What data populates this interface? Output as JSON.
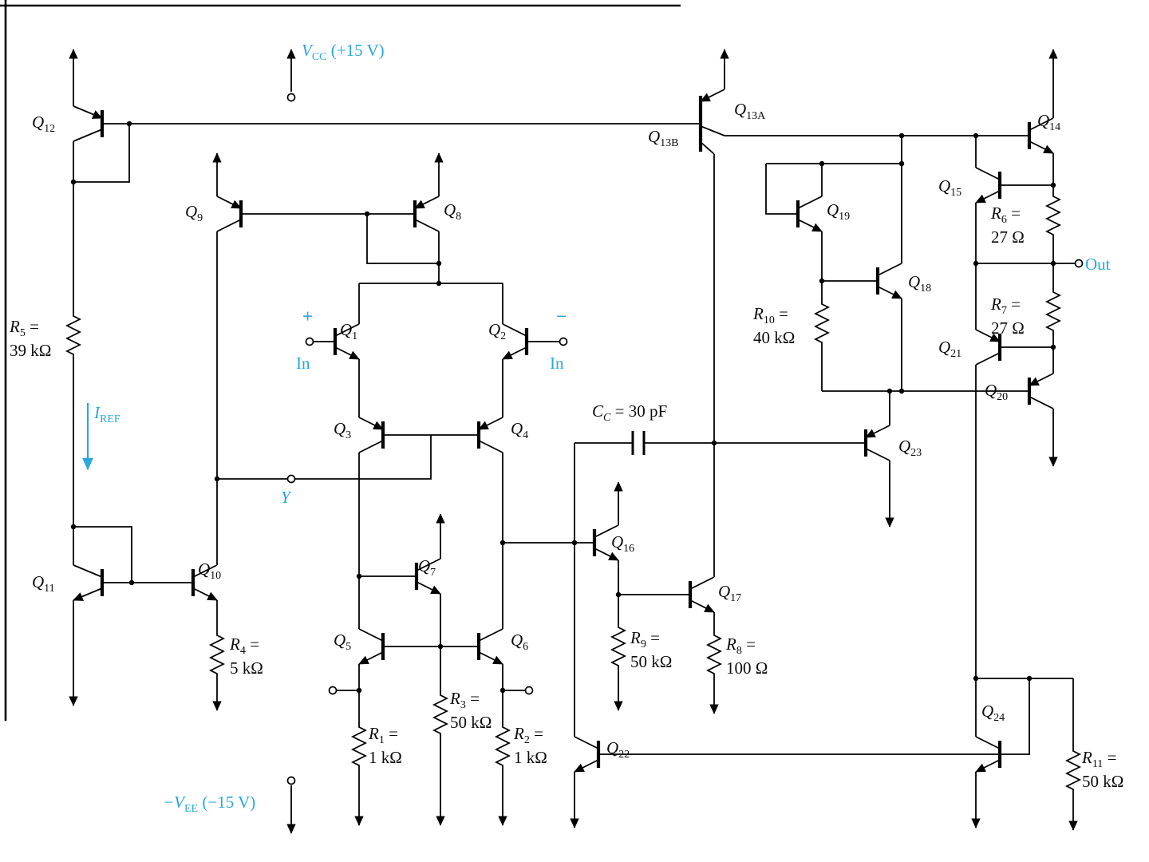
{
  "title": "Bipolar op-amp internal circuit schematic",
  "colors": {
    "background": "#ffffff",
    "ink": "#000000",
    "annotation": "#29a8dc"
  },
  "schematic": {
    "eq_sign": " =",
    "power": {
      "vcc": {
        "sym": "V",
        "sub": "CC",
        "tail": " (+15 V)"
      },
      "vee": {
        "sym": "−V",
        "sub": "EE",
        "tail": " (−15 V)"
      }
    },
    "reference_current": {
      "sym": "I",
      "sub": "REF"
    },
    "terminals": {
      "in_plus": {
        "sign": "+",
        "word": "In"
      },
      "in_minus": {
        "sign": "−",
        "word": "In"
      },
      "out": "Out",
      "y": "Y"
    },
    "capacitor": {
      "sym": "C",
      "sub": "C",
      "tail": " = 30 pF"
    },
    "transistors": {
      "q1": {
        "sym": "Q",
        "sub": "1"
      },
      "q2": {
        "sym": "Q",
        "sub": "2"
      },
      "q3": {
        "sym": "Q",
        "sub": "3"
      },
      "q4": {
        "sym": "Q",
        "sub": "4"
      },
      "q5": {
        "sym": "Q",
        "sub": "5"
      },
      "q6": {
        "sym": "Q",
        "sub": "6"
      },
      "q7": {
        "sym": "Q",
        "sub": "7"
      },
      "q8": {
        "sym": "Q",
        "sub": "8"
      },
      "q9": {
        "sym": "Q",
        "sub": "9"
      },
      "q10": {
        "sym": "Q",
        "sub": "10"
      },
      "q11": {
        "sym": "Q",
        "sub": "11"
      },
      "q12": {
        "sym": "Q",
        "sub": "12"
      },
      "q13a": {
        "sym": "Q",
        "sub": "13A"
      },
      "q13b": {
        "sym": "Q",
        "sub": "13B"
      },
      "q14": {
        "sym": "Q",
        "sub": "14"
      },
      "q15": {
        "sym": "Q",
        "sub": "15"
      },
      "q16": {
        "sym": "Q",
        "sub": "16"
      },
      "q17": {
        "sym": "Q",
        "sub": "17"
      },
      "q18": {
        "sym": "Q",
        "sub": "18"
      },
      "q19": {
        "sym": "Q",
        "sub": "19"
      },
      "q20": {
        "sym": "Q",
        "sub": "20"
      },
      "q21": {
        "sym": "Q",
        "sub": "21"
      },
      "q22": {
        "sym": "Q",
        "sub": "22"
      },
      "q23": {
        "sym": "Q",
        "sub": "23"
      },
      "q24": {
        "sym": "Q",
        "sub": "24"
      }
    },
    "resistors": {
      "r1": {
        "sym": "R",
        "sub": "1",
        "value": "1 kΩ"
      },
      "r2": {
        "sym": "R",
        "sub": "2",
        "value": "1 kΩ"
      },
      "r3": {
        "sym": "R",
        "sub": "3",
        "value": "50 kΩ"
      },
      "r4": {
        "sym": "R",
        "sub": "4",
        "value": "5 kΩ"
      },
      "r5": {
        "sym": "R",
        "sub": "5",
        "value": "39 kΩ"
      },
      "r6": {
        "sym": "R",
        "sub": "6",
        "value": "27 Ω"
      },
      "r7": {
        "sym": "R",
        "sub": "7",
        "value": "27 Ω"
      },
      "r8": {
        "sym": "R",
        "sub": "8",
        "value": "100 Ω"
      },
      "r9": {
        "sym": "R",
        "sub": "9",
        "value": "50 kΩ"
      },
      "r10": {
        "sym": "R",
        "sub": "10",
        "value": "40 kΩ"
      },
      "r11": {
        "sym": "R",
        "sub": "11",
        "value": "50 kΩ"
      }
    }
  }
}
